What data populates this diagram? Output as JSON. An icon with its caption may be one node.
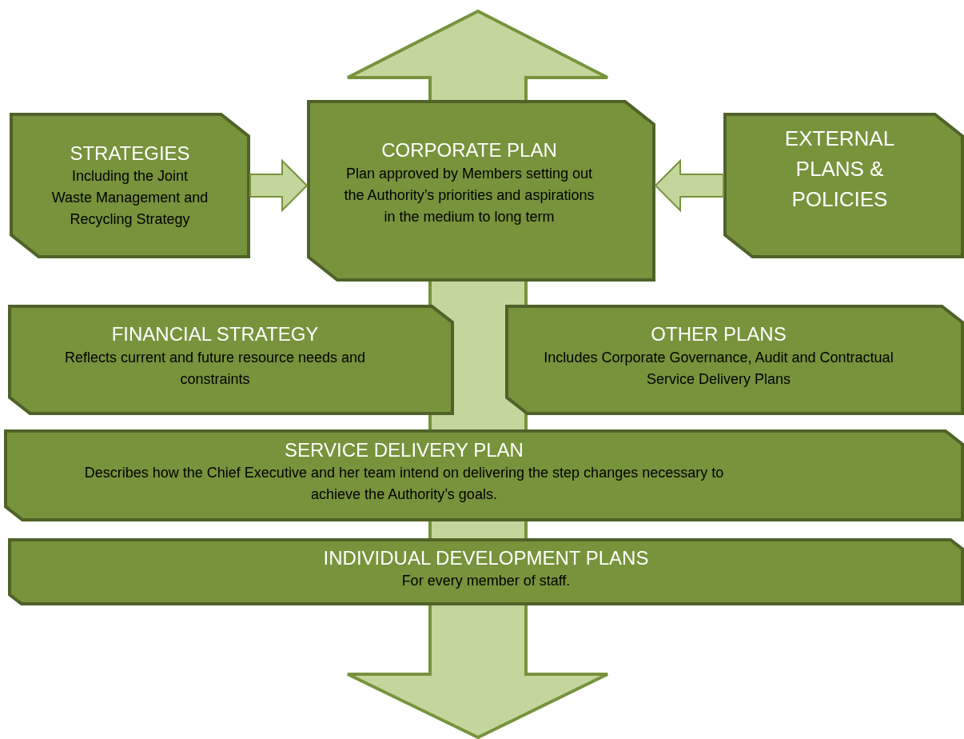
{
  "diagram": {
    "nodes": [
      {
        "text": [
          "STRATEGIES",
          "Including the Joint Waste Management and Recycling Strategy"
        ]
      },
      {
        "text": [
          "CORPORATE PLAN",
          "Plan approved by Members setting out the Authority’s priorities and aspirations in the medium to long term"
        ]
      },
      {
        "text": [
          "EXTERNAL PLANS & POLICIES"
        ]
      },
      {
        "text": [
          "FINANCIAL STRATEGY",
          "Reflects current and future resource needs and constraints"
        ]
      },
      {
        "text": [
          "OTHER PLANS",
          "Includes Corporate Governance, Audit and Contractual Service Delivery Plans"
        ]
      },
      {
        "text": [
          "SERVICE DELIVERY PLAN",
          "Describes how the Chief Executive and her team intend on delivering the step changes necessary to achieve the Authority’s goals."
        ]
      },
      {
        "text": [
          "INDIVIDUAL DEVELOPMENT PLANS",
          "For every member of staff."
        ]
      }
    ],
    "edges": [
      {
        "from": 0,
        "to": 1,
        "arrow": "to"
      },
      {
        "from": 2,
        "to": 1,
        "arrow": "to"
      }
    ]
  }
}
